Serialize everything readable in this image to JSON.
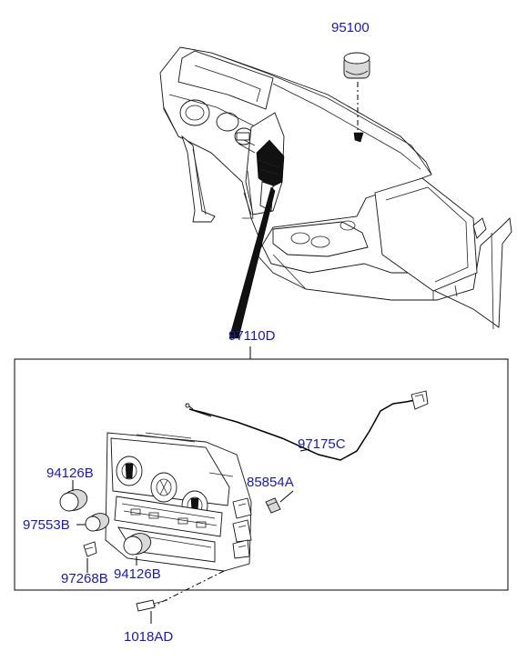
{
  "parts": {
    "p95100": "95100",
    "p97110D": "97110D",
    "p97175C": "97175C",
    "p94126B_top": "94126B",
    "p85854A": "85854A",
    "p97553B": "97553B",
    "p97268B": "97268B",
    "p94126B_bottom": "94126B",
    "p1018AD": "1018AD"
  },
  "colors": {
    "label": "#1a1aa8",
    "line": "#000000",
    "background": "#ffffff"
  }
}
